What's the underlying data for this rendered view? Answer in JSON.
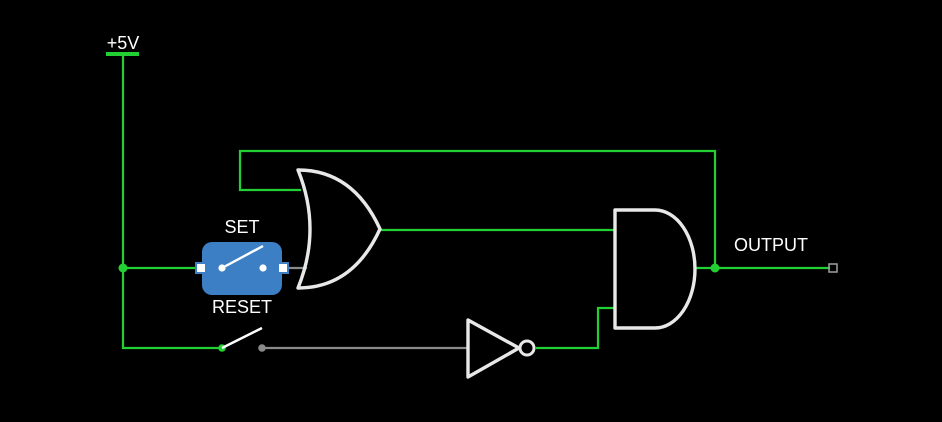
{
  "labels": {
    "supply": "+5V",
    "set": "SET",
    "reset": "RESET",
    "output": "OUTPUT"
  },
  "colors": {
    "background": "#000000",
    "wire_high": "#22d033",
    "wire_low": "#8a8a8a",
    "gate_stroke": "#e8e8e8",
    "switch_box": "#3d7fc4",
    "label_text": "#ffffff",
    "terminal": "#a0a0a0"
  },
  "components": {
    "supply": "voltage-source",
    "set_reset_switch": "spdt-switch",
    "reset_button": "push-switch",
    "or_gate": "or-gate",
    "not_gate": "not-gate",
    "and_gate": "and-gate",
    "output_terminal": "output-probe"
  }
}
